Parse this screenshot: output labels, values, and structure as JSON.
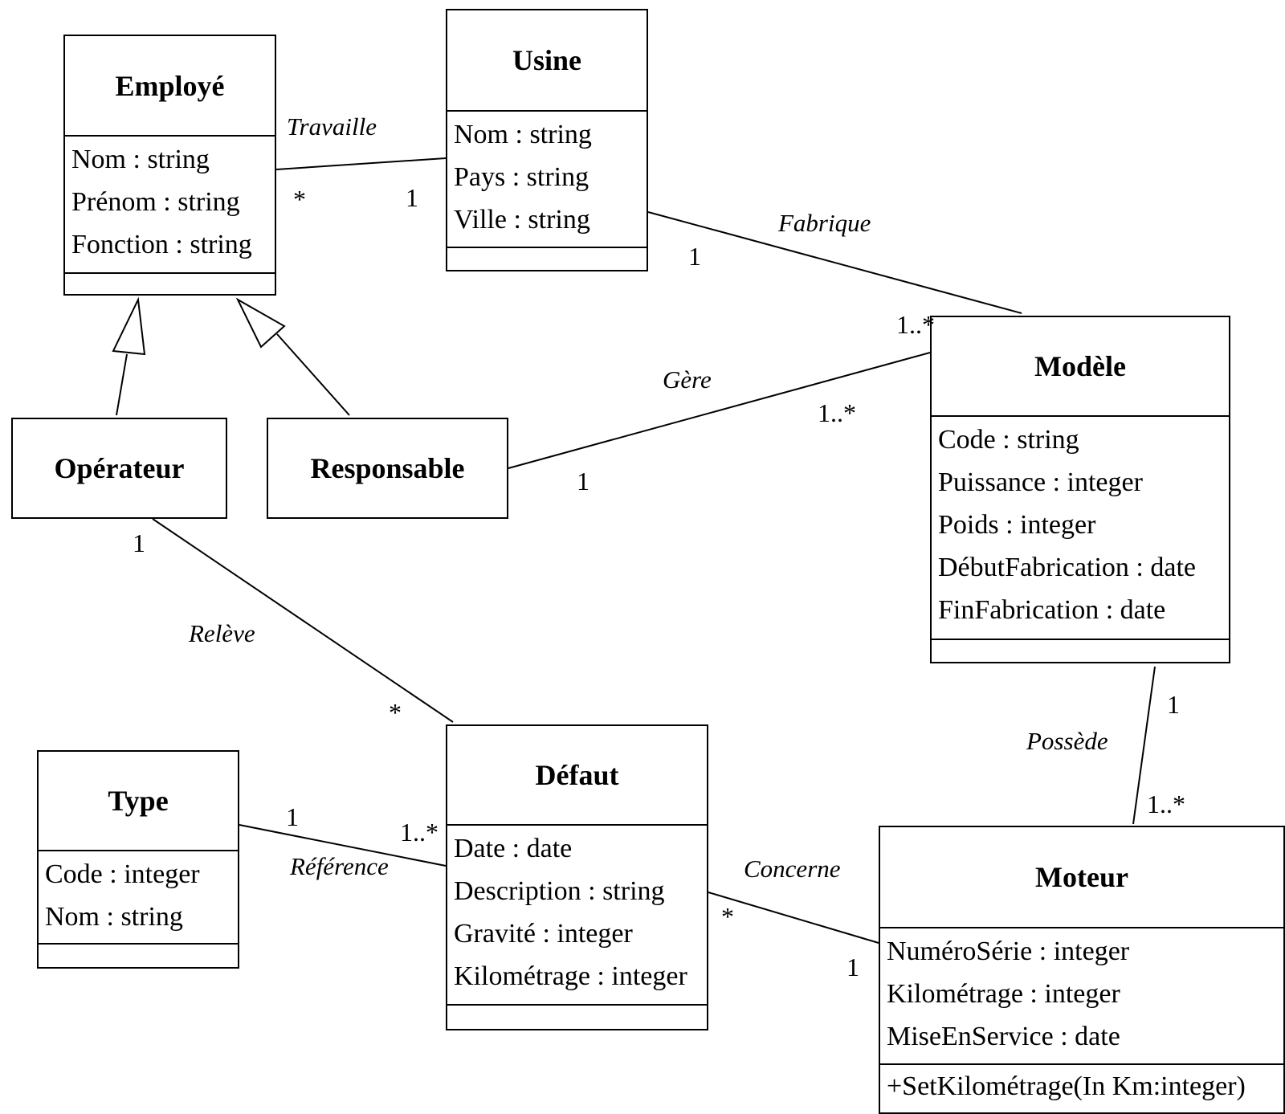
{
  "classes": {
    "employe": {
      "name": "Employé",
      "attributes": [
        "Nom : string",
        "Prénom : string",
        "Fonction : string"
      ],
      "operations": []
    },
    "usine": {
      "name": "Usine",
      "attributes": [
        "Nom : string",
        "Pays : string",
        "Ville : string"
      ],
      "operations": []
    },
    "modele": {
      "name": "Modèle",
      "attributes": [
        "Code : string",
        "Puissance : integer",
        "Poids : integer",
        "DébutFabrication : date",
        "FinFabrication : date"
      ],
      "operations": []
    },
    "operateur": {
      "name": "Opérateur"
    },
    "responsable": {
      "name": "Responsable"
    },
    "type": {
      "name": "Type",
      "attributes": [
        "Code : integer",
        "Nom : string"
      ],
      "operations": []
    },
    "defaut": {
      "name": "Défaut",
      "attributes": [
        "Date : date",
        "Description : string",
        "Gravité : integer",
        "Kilométrage : integer"
      ],
      "operations": []
    },
    "moteur": {
      "name": "Moteur",
      "attributes": [
        "NuméroSérie : integer",
        "Kilométrage : integer",
        "MiseEnService : date"
      ],
      "operations": [
        "+SetKilométrage(In Km:integer)"
      ]
    }
  },
  "associations": {
    "travaille": {
      "label": "Travaille",
      "mult_from": "*",
      "mult_to": "1"
    },
    "fabrique": {
      "label": "Fabrique",
      "mult_from": "1",
      "mult_to": "1..*"
    },
    "gere": {
      "label": "Gère",
      "mult_from": "1",
      "mult_to": "1..*"
    },
    "releve": {
      "label": "Relève",
      "mult_from": "1",
      "mult_to": "*"
    },
    "reference": {
      "label": "Référence",
      "mult_from": "1",
      "mult_to": "1..*"
    },
    "concerne": {
      "label": "Concerne",
      "mult_from": "*",
      "mult_to": "1"
    },
    "possede": {
      "label": "Possède",
      "mult_from": "1",
      "mult_to": "1..*"
    }
  },
  "colors": {
    "line": "#000000",
    "background": "#ffffff"
  }
}
